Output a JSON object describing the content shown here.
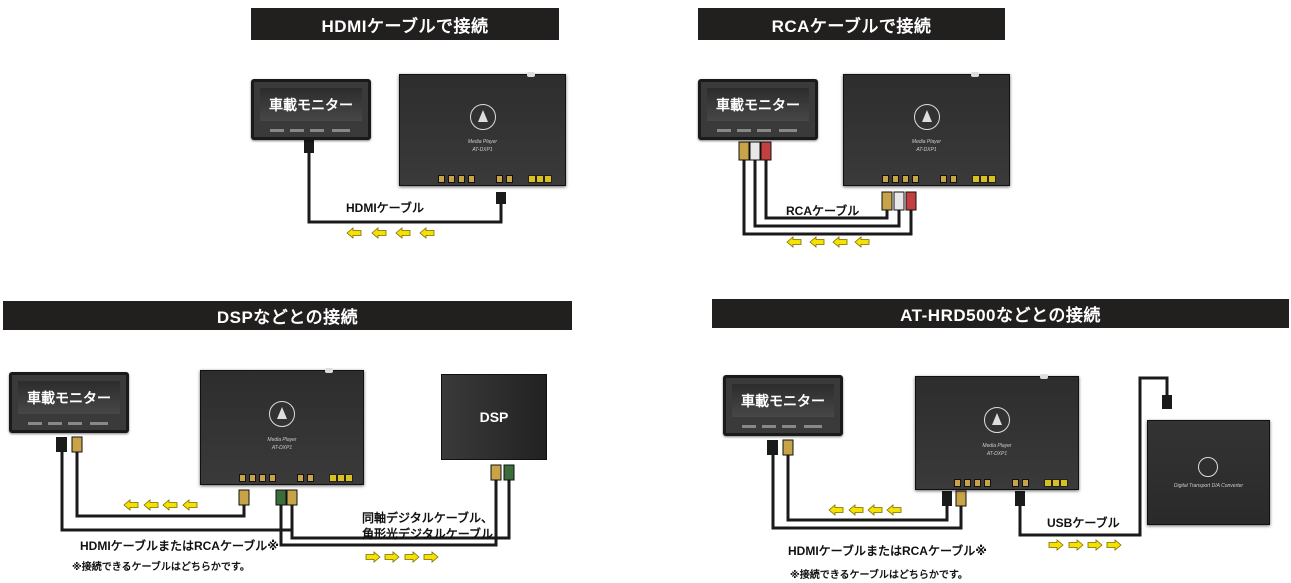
{
  "panels": {
    "hdmi": {
      "title": "HDMIケーブルで接続",
      "monitor": "車載モニター",
      "cable": "HDMIケーブル"
    },
    "rca": {
      "title": "RCAケーブルで接続",
      "monitor": "車載モニター",
      "cable": "RCAケーブル"
    },
    "dsp": {
      "title": "DSPなどとの接続",
      "monitor": "車載モニター",
      "device": "DSP",
      "cable_a": "HDMIケーブルまたはRCAケーブル※",
      "cable_b_line1": "同軸デジタルケーブル、",
      "cable_b_line2": "角形光デジタルケーブル",
      "note": "※接続できるケーブルはどちらかです。"
    },
    "hrd": {
      "title": "AT-HRD500などとの接続",
      "monitor": "車載モニター",
      "cable_a": "HDMIケーブルまたはRCAケーブル※",
      "cable_b": "USBケーブル",
      "note": "※接続できるケーブルはどちらかです。"
    }
  },
  "player_tag": "Media Player",
  "player_model": "AT-DXP1",
  "converter_tag": "Digital Transport D/A Converter",
  "colors": {
    "title_bg": "#221f1f",
    "arrow": "#f5e200",
    "cable": "#1a1a1a"
  }
}
